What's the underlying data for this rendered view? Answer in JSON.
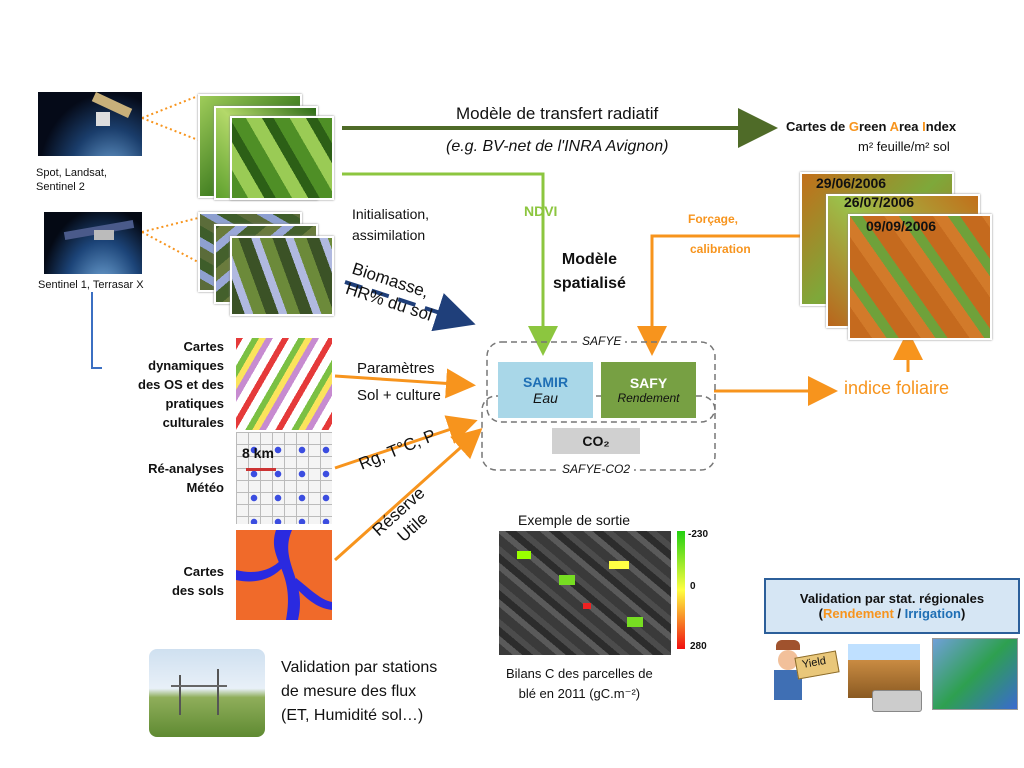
{
  "satellites": {
    "optical_caption": "Spot, Landsat,\nSentinel 2",
    "radar_caption": "Sentinel 1, Terrasar X"
  },
  "top_arrow": {
    "title": "Modèle de transfert radiatif",
    "subtitle": "(e.g. BV-net de l'INRA Avignon)"
  },
  "gai": {
    "title_parts": [
      "Cartes de ",
      "G",
      "reen ",
      "A",
      "rea ",
      "I",
      "ndex"
    ],
    "units": "m² feuille/m² sol",
    "dates": [
      "29/06/2006",
      "26/07/2006",
      "09/09/2006"
    ]
  },
  "labels": {
    "ndvi": "NDVI",
    "init": "Initialisation,\nassimilation",
    "forcage": "Forçage,",
    "calibration": "calibration",
    "modele": "Modèle\nspatialisé",
    "biomasse": "Biomasse,\nHR% du sol",
    "parametres": "Paramètres",
    "sol_culture": "Sol + culture",
    "rg": "Rg, T°C, P",
    "reserve": "Réserve\nUtile",
    "indice": "indice foliaire",
    "km": "8 km"
  },
  "model": {
    "safye": "SAFYE",
    "samir_title": "SAMIR",
    "samir_sub": "Eau",
    "safy_title": "SAFY",
    "safy_sub": "Rendement",
    "co2": "CO₂",
    "safye_co2": "SAFYE-CO2"
  },
  "inputs": {
    "os": "Cartes\ndynamiques\ndes OS et des\npratiques\nculturales",
    "meteo": "Ré-analyses\nMétéo",
    "sols": "Cartes\ndes sols"
  },
  "output": {
    "title": "Exemple de sortie",
    "scale": [
      "-230",
      "0",
      "280"
    ],
    "caption": "Bilans C des parcelles de\nblé en 2011 (gC.m⁻²)"
  },
  "validation_flux": "Validation par stations\nde mesure des flux\n(ET, Humidité sol…)",
  "validation_regional": {
    "line1": "Validation par stat. régionales",
    "open": "(",
    "rendement": "Rendement",
    "slash": " / ",
    "irrigation": "Irrigation",
    "close": ")",
    "yield_sign": "Yield"
  },
  "colors": {
    "dark_green": "#4f6b28",
    "light_green": "#8cc63f",
    "orange": "#f7941d",
    "dark_blue": "#1f3f7a",
    "samir_bg": "#a9d7e8",
    "safy_bg": "#77a043",
    "co2_bg": "#d0d0d0"
  }
}
